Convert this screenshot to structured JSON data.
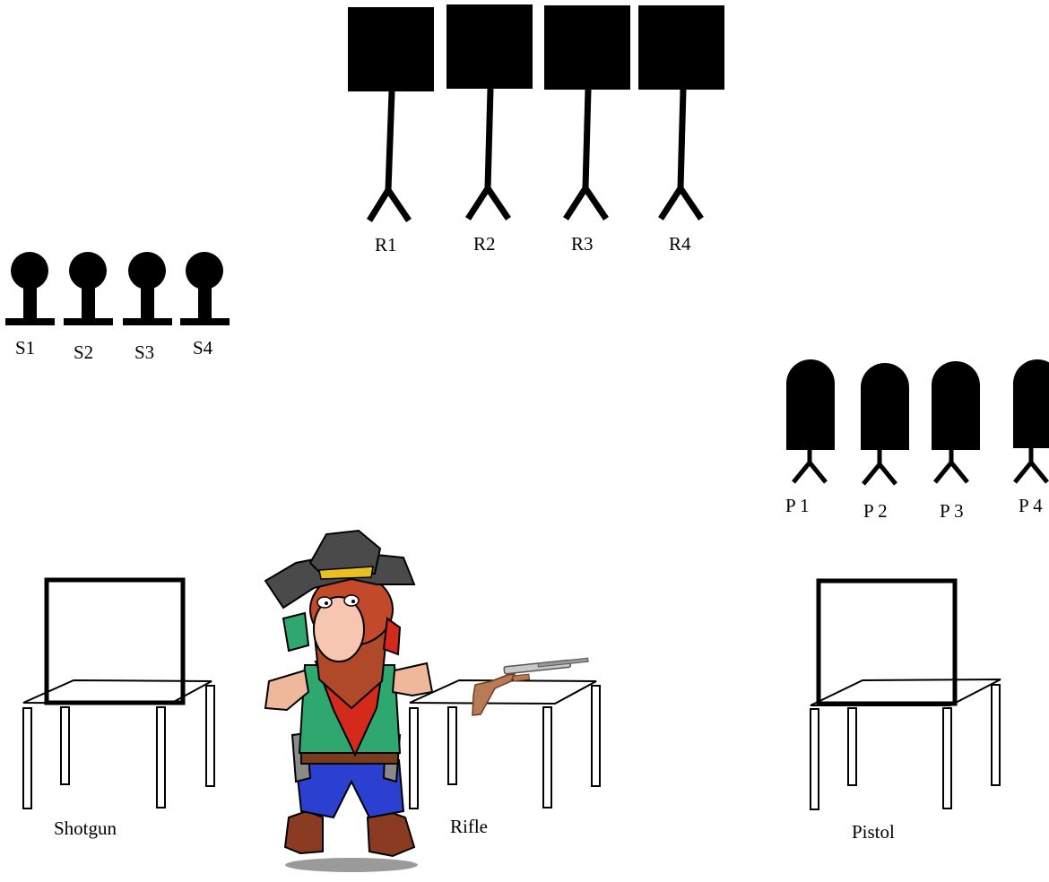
{
  "targets": {
    "rifle": [
      "R1",
      "R2",
      "R3",
      "R4"
    ],
    "shotgun": [
      "S1",
      "S2",
      "S3",
      "S4"
    ],
    "pistol": [
      "P 1",
      "P 2",
      "P 3",
      "P 4"
    ]
  },
  "tables": {
    "shotgun": "Shotgun",
    "rifle": "Rifle",
    "pistol": "Pistol"
  },
  "figure": {
    "character": "cowboy",
    "prop": "rifle"
  },
  "colors": {
    "ink": "#000000",
    "background": "#ffffff"
  }
}
